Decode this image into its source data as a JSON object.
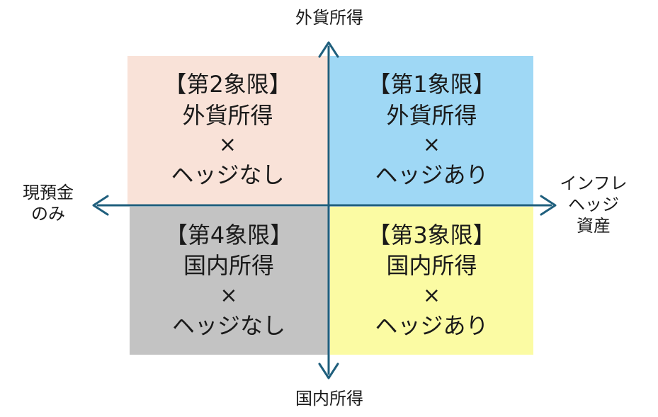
{
  "colors": {
    "axis": "#1f5f7d",
    "quadrant_2": "#f9e2d8",
    "quadrant_1": "#9fd8f5",
    "quadrant_4": "#c3c3c3",
    "quadrant_3": "#fbfba3"
  },
  "axes": {
    "top": "外貨所得",
    "bottom": "国内所得",
    "left": [
      "現預金",
      "のみ"
    ],
    "right": [
      "インフレ",
      "ヘッジ",
      "資産"
    ]
  },
  "quadrants": {
    "q2": {
      "title": "【第2象限】",
      "line1": "外貨所得",
      "times": "×",
      "line2": "ヘッジなし"
    },
    "q1": {
      "title": "【第1象限】",
      "line1": "外貨所得",
      "times": "×",
      "line2": "ヘッジあり"
    },
    "q4": {
      "title": "【第4象限】",
      "line1": "国内所得",
      "times": "×",
      "line2": "ヘッジなし"
    },
    "q3": {
      "title": "【第3象限】",
      "line1": "国内所得",
      "times": "×",
      "line2": "ヘッジあり"
    }
  }
}
